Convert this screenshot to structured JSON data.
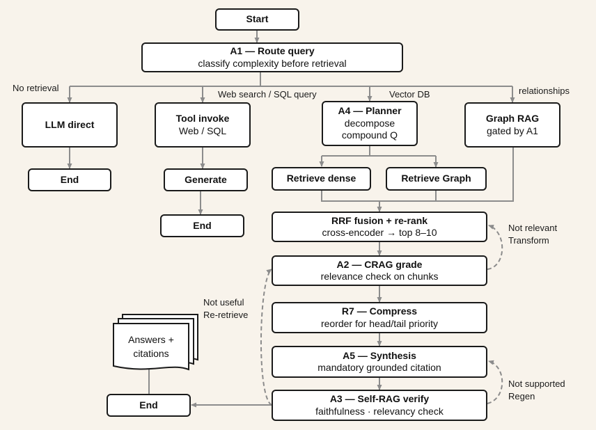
{
  "nodes": {
    "start": {
      "title": "Start"
    },
    "route": {
      "title": "A1 — Route query",
      "sub": "classify complexity before retrieval"
    },
    "llm": {
      "title": "LLM direct"
    },
    "tool": {
      "title": "Tool invoke",
      "sub": "Web / SQL"
    },
    "planner": {
      "title": "A4 — Planner",
      "sub1": "decompose",
      "sub2": "compound Q"
    },
    "graph": {
      "title": "Graph RAG",
      "sub": "gated by A1"
    },
    "end1": {
      "title": "End"
    },
    "generate": {
      "title": "Generate"
    },
    "end2": {
      "title": "End"
    },
    "dense": {
      "title": "Retrieve dense"
    },
    "rgraph": {
      "title": "Retrieve Graph"
    },
    "rrf": {
      "title": "RRF fusion + re-rank",
      "sub": "cross-encoder → top 8–10"
    },
    "crag": {
      "title": "A2 — CRAG grade",
      "sub": "relevance check on chunks"
    },
    "compress": {
      "title": "R7 — Compress",
      "sub": "reorder for head/tail priority"
    },
    "synth": {
      "title": "A5 — Synthesis",
      "sub": "mandatory grounded citation"
    },
    "verify": {
      "title": "A3 — Self-RAG verify",
      "sub": "faithfulness · relevancy check"
    },
    "end3": {
      "title": "End"
    }
  },
  "document": {
    "line1": "Answers +",
    "line2": "citations"
  },
  "labels": {
    "no_retrieval": "No retrieval",
    "web_sql": "Web search / SQL query",
    "vector_db": "Vector DB",
    "relationships": "relationships",
    "not_relevant": "Not relevant",
    "transform": "Transform",
    "not_useful": "Not useful",
    "re_retrieve": "Re-retrieve",
    "not_supported": "Not supported",
    "regen": "Regen"
  }
}
